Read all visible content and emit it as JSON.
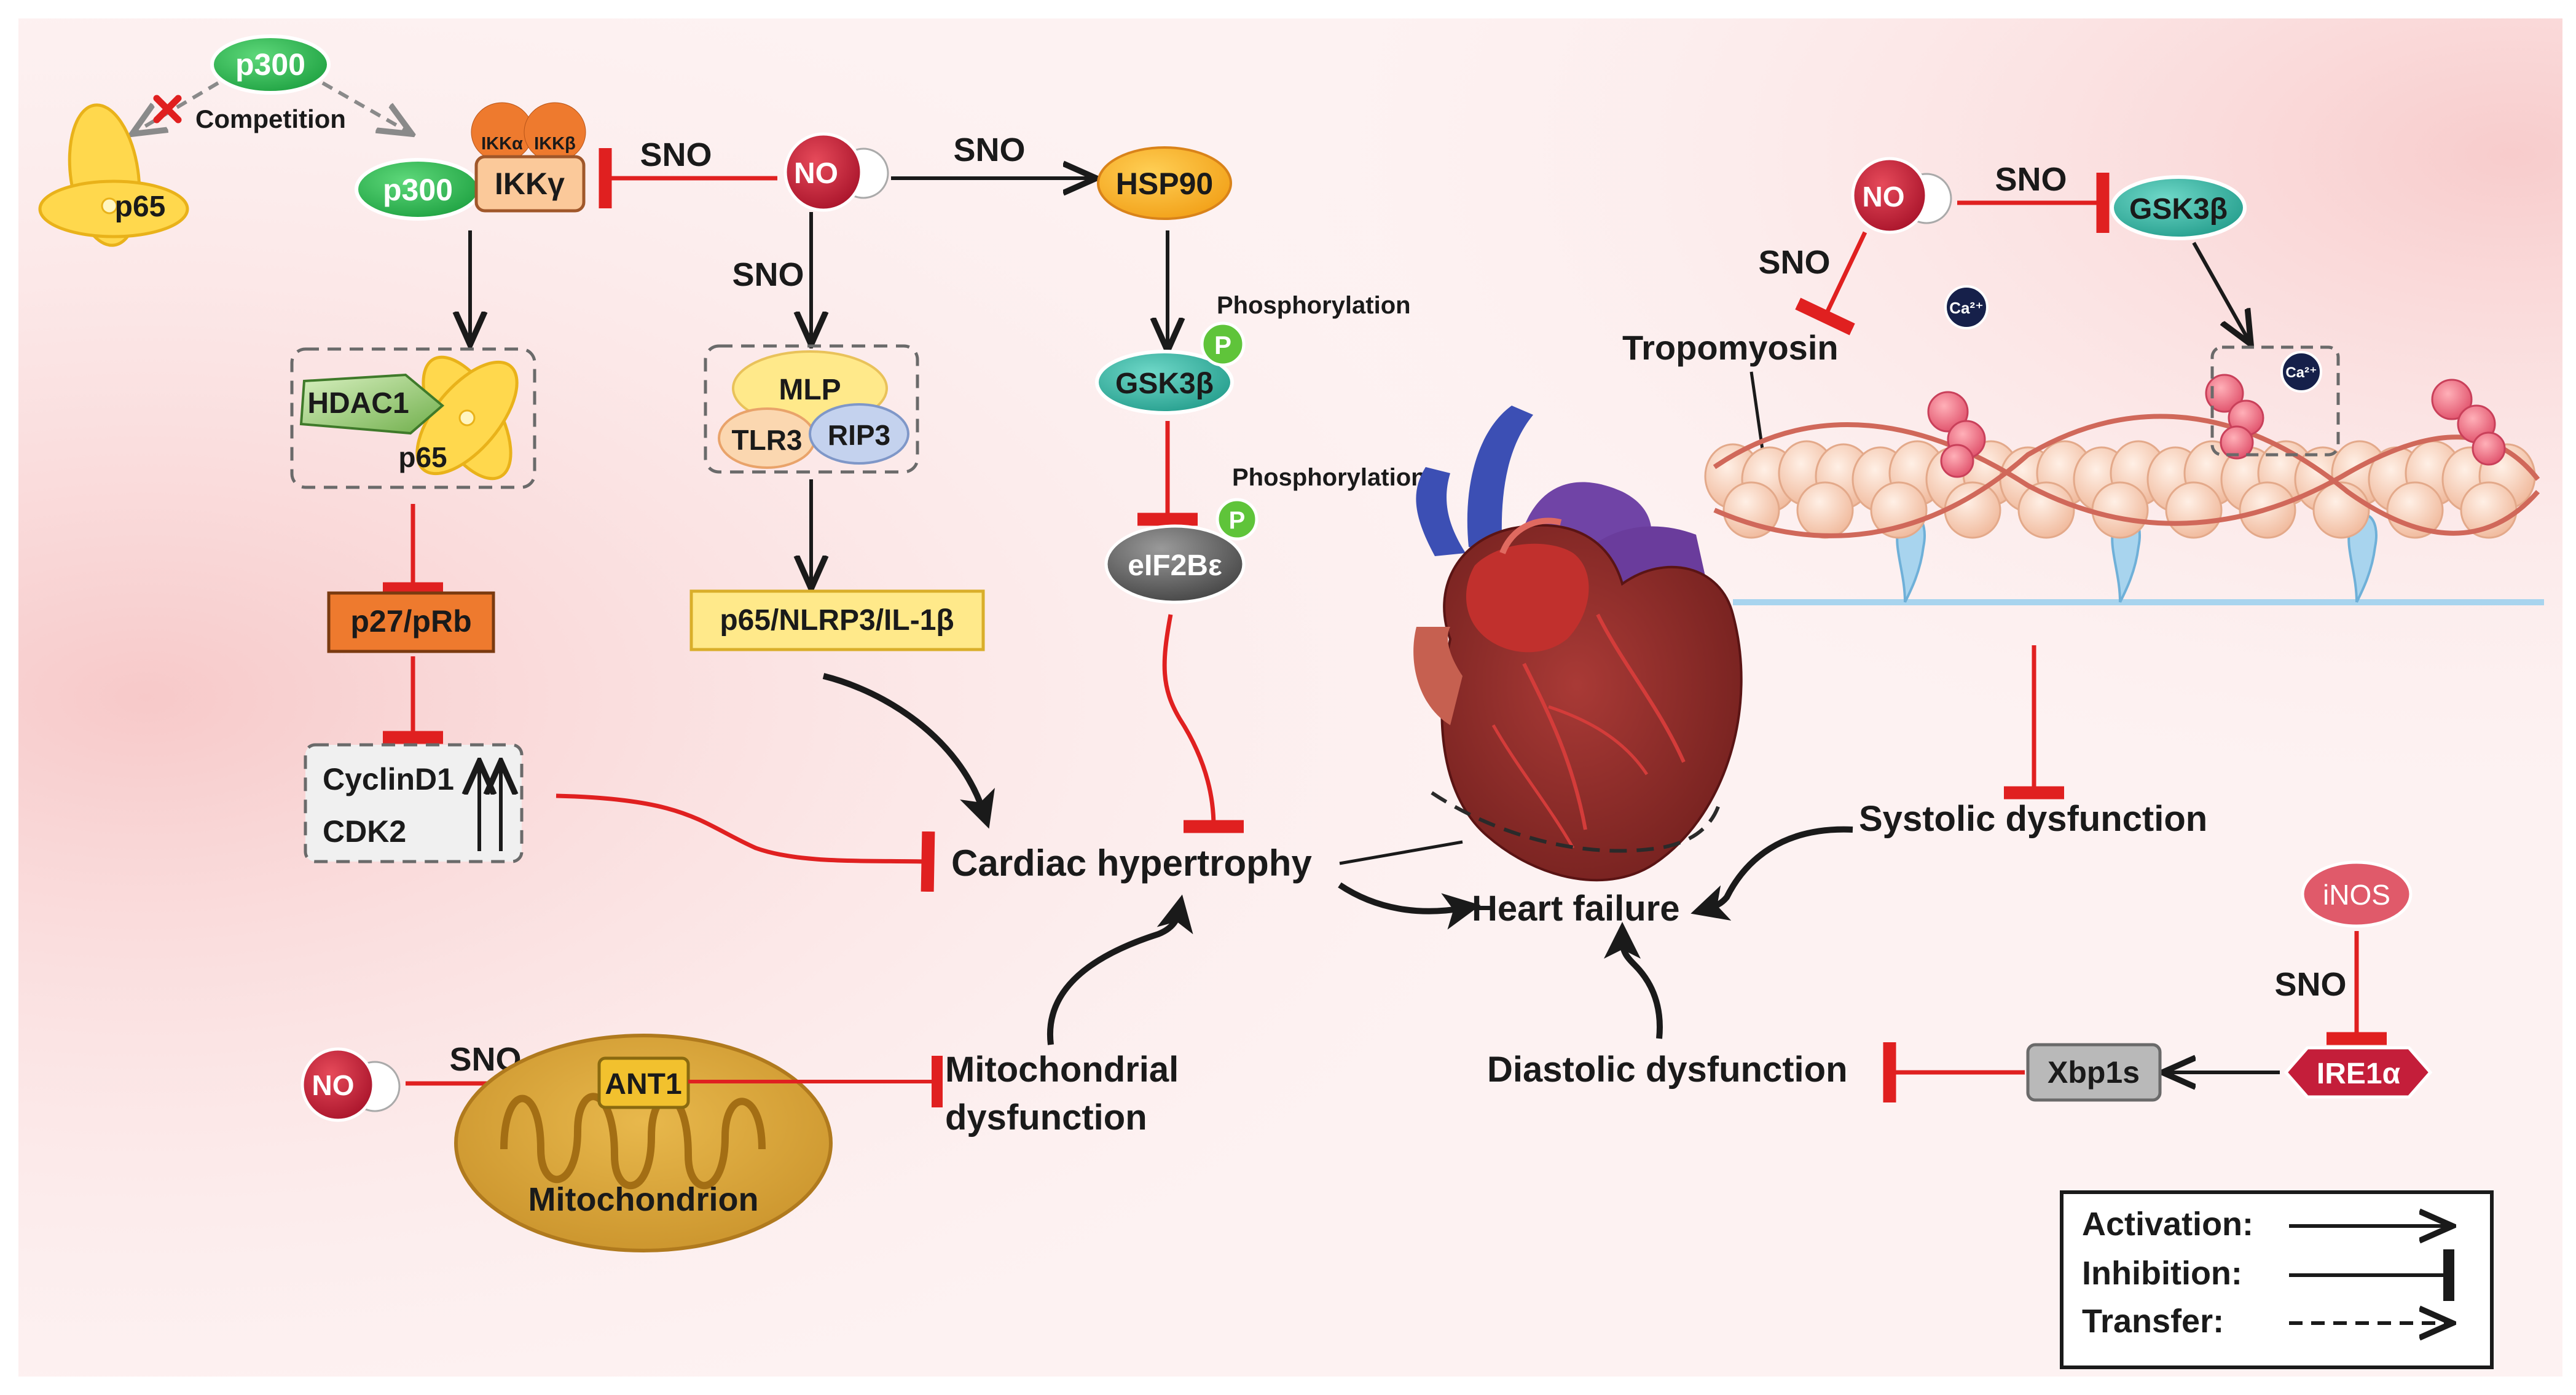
{
  "colors": {
    "activation": "#1a1a1a",
    "inhibition": "#e02020",
    "no_red": "#c41e3a",
    "green": "#22b04b",
    "teal": "#2bb3a3",
    "orange": "#f5a623",
    "box_orange": "#ee7a2e",
    "box_yellow": "#ffe98a"
  },
  "nodes": {
    "p300_top": "p300",
    "competition": "Competition",
    "p65_left": "p65",
    "p300_mid": "p300",
    "ikka": "IKKα",
    "ikkb": "IKKβ",
    "ikkg": "IKKγ",
    "no_center": "NO",
    "hsp90": "HSP90",
    "hdac1": "HDAC1",
    "p65_complex": "p65",
    "mlp": "MLP",
    "tlr3": "TLR3",
    "rip3": "RIP3",
    "gsk3b_center": "GSK3β",
    "phospho_1": "Phosphorylation",
    "phospho_2": "Phosphorylation",
    "p_badge_1": "P",
    "p_badge_2": "P",
    "eif2be": "eIF2Bε",
    "p27prb": "p27/pRb",
    "p65nlrp3": "p65/NLRP3/IL-1β",
    "cyclind1": "CyclinD1",
    "cdk2": "CDK2",
    "cardiac_hypertrophy": "Cardiac hypertrophy",
    "heart_failure": "Heart failure",
    "no_right": "NO",
    "gsk3b_right": "GSK3β",
    "tropomyosin": "Tropomyosin",
    "ca_1": "Ca²⁺",
    "ca_2": "Ca²⁺",
    "systolic": "Systolic dysfunction",
    "inos": "iNOS",
    "ire1a": "IRE1α",
    "xbp1s": "Xbp1s",
    "diastolic": "Diastolic dysfunction",
    "no_bottom": "NO",
    "ant1": "ANT1",
    "mitochondrion": "Mitochondrion",
    "mito_dys_1": "Mitochondrial",
    "mito_dys_2": "dysfunction"
  },
  "edges": {
    "sno_1": "SNO",
    "sno_2": "SNO",
    "sno_3": "SNO",
    "sno_4": "SNO",
    "sno_5": "SNO",
    "sno_6": "SNO",
    "sno_7": "SNO"
  },
  "legend": {
    "activation": "Activation:",
    "inhibition": "Inhibition:",
    "transfer": "Transfer:"
  }
}
